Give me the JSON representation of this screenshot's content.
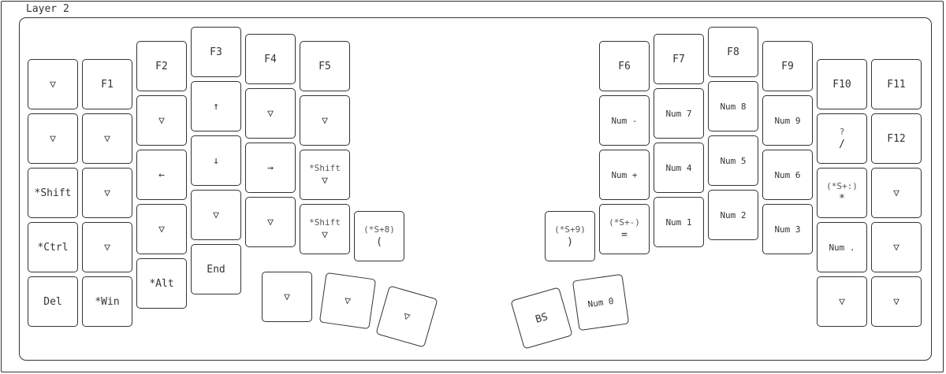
{
  "layer_title": "Layer 2",
  "keys": {
    "l_c0_r0": {
      "label": "▽"
    },
    "l_c0_r1": {
      "label": "▽"
    },
    "l_c0_r2": {
      "label": "*Shift"
    },
    "l_c0_r3": {
      "label": "*Ctrl"
    },
    "l_c0_r4": {
      "label": "Del"
    },
    "l_c1_r0": {
      "label": "F1"
    },
    "l_c1_r1": {
      "label": "▽"
    },
    "l_c1_r2": {
      "label": "▽"
    },
    "l_c1_r3": {
      "label": "▽"
    },
    "l_c1_r4": {
      "label": "*Win"
    },
    "l_c2_r0": {
      "label": "F2"
    },
    "l_c2_r1": {
      "label": "▽"
    },
    "l_c2_r2": {
      "label": "←"
    },
    "l_c2_r3": {
      "label": "▽"
    },
    "l_c2_r4": {
      "label": "*Alt"
    },
    "l_c3_r0": {
      "label": "F3"
    },
    "l_c3_r1": {
      "label": "↑"
    },
    "l_c3_r2": {
      "label": "↓"
    },
    "l_c3_r3": {
      "label": "▽"
    },
    "l_c3_r4": {
      "label": "End"
    },
    "l_c4_r0": {
      "label": "F4"
    },
    "l_c4_r1": {
      "label": "▽"
    },
    "l_c4_r2": {
      "label": "→"
    },
    "l_c4_r3": {
      "label": "▽"
    },
    "l_c5_r0": {
      "label": "F5"
    },
    "l_c5_r1": {
      "label": "▽"
    },
    "l_c5_r2": {
      "hold": "*Shift",
      "label": "▽"
    },
    "l_c5_r3": {
      "hold": "*Shift",
      "label": "▽"
    },
    "l_inner": {
      "hold": "(*S+8)",
      "label": "("
    },
    "l_th0": {
      "label": "▽"
    },
    "l_th1": {
      "label": "▽"
    },
    "l_th2": {
      "label": "▽"
    },
    "r_inner": {
      "hold": "(*S+9)",
      "label": ")"
    },
    "r_c0_r0": {
      "label": "F6"
    },
    "r_c0_r1": {
      "label": "Num -"
    },
    "r_c0_r2": {
      "label": "Num +"
    },
    "r_c0_r3": {
      "hold": "(*S+-)",
      "label": "="
    },
    "r_c1_r0": {
      "label": "F7"
    },
    "r_c1_r1": {
      "label": "Num 7"
    },
    "r_c1_r2": {
      "label": "Num 4"
    },
    "r_c1_r3": {
      "label": "Num 1"
    },
    "r_c2_r0": {
      "label": "F8"
    },
    "r_c2_r1": {
      "label": "Num 8"
    },
    "r_c2_r2": {
      "label": "Num 5"
    },
    "r_c2_r3": {
      "label": "Num 2"
    },
    "r_c3_r0": {
      "label": "F9"
    },
    "r_c3_r1": {
      "label": "Num 9"
    },
    "r_c3_r2": {
      "label": "Num 6"
    },
    "r_c3_r3": {
      "label": "Num 3"
    },
    "r_c4_r0": {
      "label": "F10"
    },
    "r_c4_r1": {
      "hold": "?",
      "label": "/"
    },
    "r_c4_r2": {
      "hold": "(*S+:)",
      "label": "*"
    },
    "r_c4_r3": {
      "label": "Num ."
    },
    "r_c4_r4": {
      "label": "▽"
    },
    "r_c5_r0": {
      "label": "F11"
    },
    "r_c5_r1": {
      "label": "F12"
    },
    "r_c5_r2": {
      "label": "▽"
    },
    "r_c5_r3": {
      "label": "▽"
    },
    "r_c5_r4": {
      "label": "▽"
    },
    "r_th0": {
      "label": "BS"
    },
    "r_th1": {
      "label": "Num 0"
    }
  }
}
